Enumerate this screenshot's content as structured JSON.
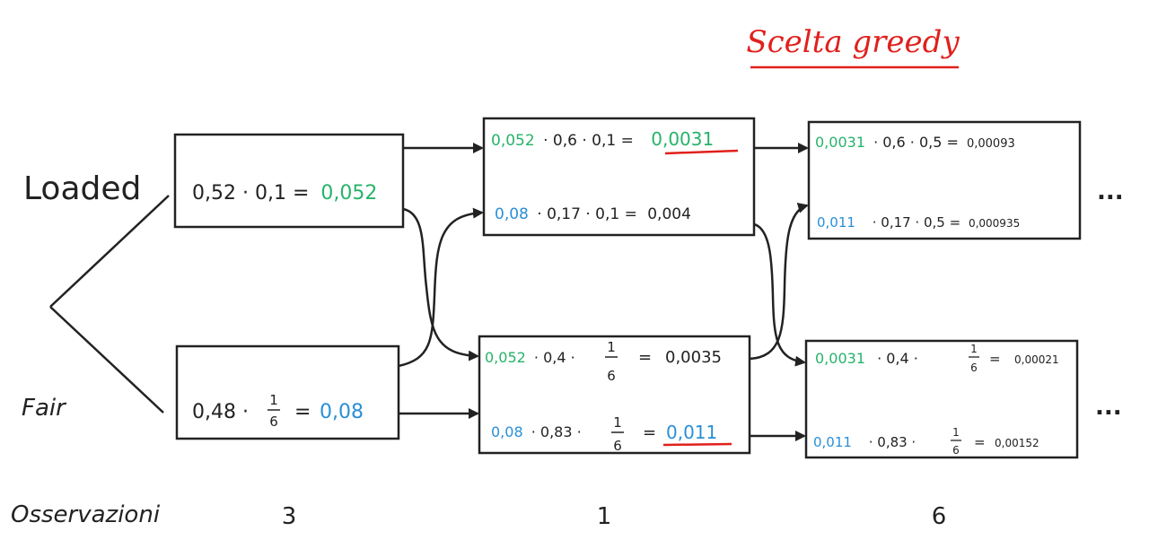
{
  "title": "Scelta greedy",
  "states": [
    "Loaded",
    "Fair"
  ],
  "observations_label": "Osservazioni",
  "observations": [
    "3",
    "1",
    "6"
  ],
  "colors": {
    "loaded_value": "#27b36a",
    "fair_value": "#2a8fd6",
    "highlight": "#e0201c",
    "ink": "#222222"
  },
  "columns": [
    {
      "observation": "3",
      "loaded": {
        "pre": "0,52 · 0,1 =",
        "value": "0,052"
      },
      "fair": {
        "pre": "0,48 ·",
        "frac_num": "1",
        "frac_den": "6",
        "post": "=",
        "value": "0,08"
      }
    },
    {
      "observation": "1",
      "loaded": {
        "line1": {
          "in": "0,052",
          "mid": "· 0,6 · 0,1 =",
          "out": "0,0031",
          "chosen": true
        },
        "line2": {
          "in": "0,08",
          "mid": "· 0,17 · 0,1 =",
          "out": "0,004",
          "chosen": false
        }
      },
      "fair": {
        "line1": {
          "in": "0,052",
          "mid": "· 0,4 ·",
          "frac_num": "1",
          "frac_den": "6",
          "eq": "=",
          "out": "0,0035",
          "chosen": false
        },
        "line2": {
          "in": "0,08",
          "mid": "· 0,83 ·",
          "frac_num": "1",
          "frac_den": "6",
          "eq": "=",
          "out": "0,011",
          "chosen": true
        }
      }
    },
    {
      "observation": "6",
      "loaded": {
        "line1": {
          "in": "0,0031",
          "mid": "· 0,6 · 0,5 =",
          "out": "0,00093"
        },
        "line2": {
          "in": "0,011",
          "mid": "· 0,17 · 0,5 =",
          "out": "0,000935"
        }
      },
      "fair": {
        "line1": {
          "in": "0,0031",
          "mid": "· 0,4 ·",
          "frac_num": "1",
          "frac_den": "6",
          "eq": "=",
          "out": "0,00021"
        },
        "line2": {
          "in": "0,011",
          "mid": "· 0,83 ·",
          "frac_num": "1",
          "frac_den": "6",
          "eq": "=",
          "out": "0,00152"
        }
      }
    }
  ],
  "continuation": "..."
}
